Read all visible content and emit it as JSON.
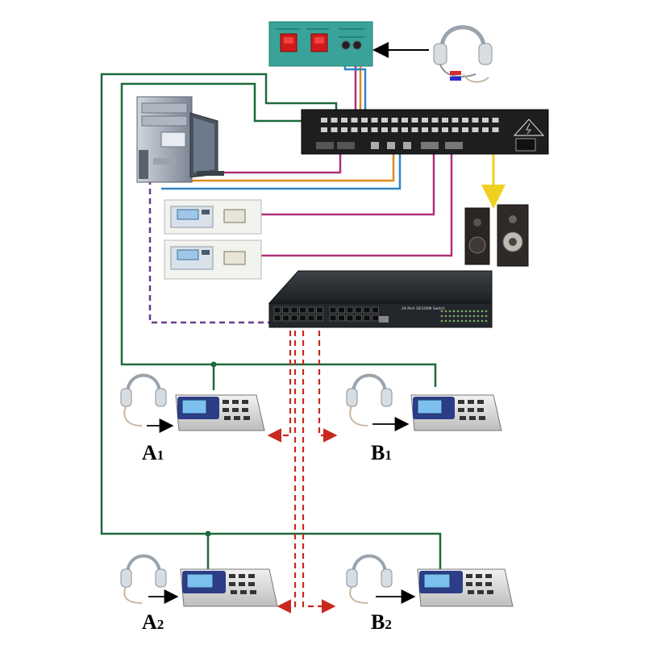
{
  "colors": {
    "green": "#1d6b3a",
    "magenta": "#b0307a",
    "orange": "#e08a1e",
    "blue": "#2f84c8",
    "yellow": "#f0d020",
    "purple_dashed": "#6a3a8a",
    "red_dashed": "#c8281e",
    "panel_teal": "#39a39a",
    "rack_dark": "#1e1e1e",
    "switch_dark": "#2b2f33"
  },
  "terminals": {
    "a1": {
      "letter": "A",
      "sub": "1"
    },
    "b1": {
      "letter": "B",
      "sub": "1"
    },
    "a2": {
      "letter": "A",
      "sub": "2"
    },
    "b2": {
      "letter": "B",
      "sub": "2"
    }
  }
}
